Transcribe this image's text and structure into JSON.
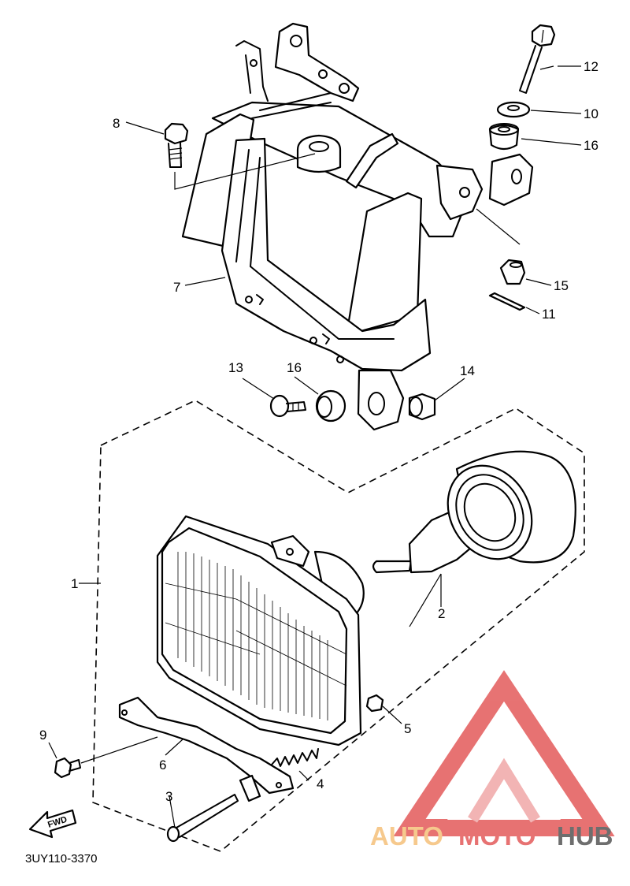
{
  "diagram_code": "3UY110-3370",
  "fwd_label": "FWD",
  "watermark": {
    "part1": "AUTO",
    "part2": "MOTO",
    "part3": "HUB",
    "color_light": "#f5c07a",
    "color_red": "#e35a5a",
    "color_dark": "#555555"
  },
  "callouts": {
    "c1": "1",
    "c2": "2",
    "c3": "3",
    "c4": "4",
    "c5": "5",
    "c6": "6",
    "c7": "7",
    "c8": "8",
    "c9": "9",
    "c10": "10",
    "c11": "11",
    "c12": "12",
    "c13": "13",
    "c14": "14",
    "c15": "15",
    "c16a": "16",
    "c16b": "16"
  }
}
